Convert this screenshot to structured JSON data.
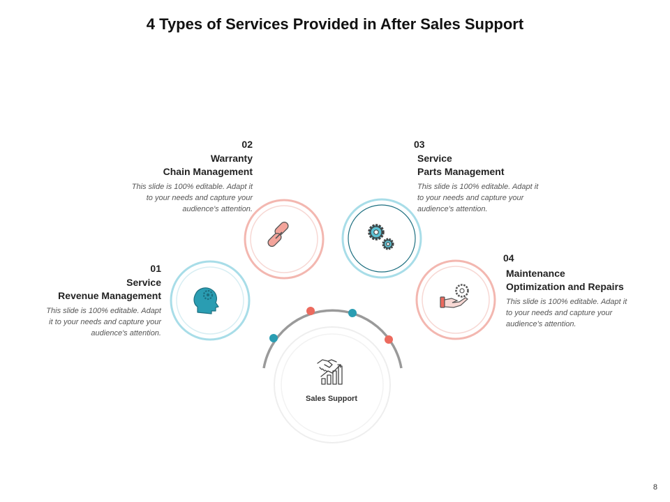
{
  "title": "4 Types of Services Provided in After Sales Support",
  "page_number": "8",
  "center": {
    "label": "Sales Support",
    "icon": "handshake-growth-icon"
  },
  "colors": {
    "teal": "#2a9db2",
    "teal_light": "#a8dde8",
    "coral": "#ec6a5e",
    "coral_light": "#f3b7b0",
    "arc": "#9a9a9a"
  },
  "items": [
    {
      "number": "01",
      "heading_line1": "Service",
      "heading_line2": "Revenue Management",
      "desc_line1": "This slide is 100% editable. Adapt",
      "desc_line2": "it to your needs and capture your",
      "desc_line3": "audience's attention.",
      "icon": "head-gear-icon"
    },
    {
      "number": "02",
      "heading_line1": "Warranty",
      "heading_line2": "Chain Management",
      "desc_line1": "This slide is 100% editable. Adapt it",
      "desc_line2": "to your needs and capture your",
      "desc_line3": "audience's attention.",
      "icon": "chain-link-icon"
    },
    {
      "number": "03",
      "heading_line1": "Service",
      "heading_line2": "Parts Management",
      "desc_line1": "This slide is 100% editable. Adapt it",
      "desc_line2": "to your needs and capture your",
      "desc_line3": "audience's attention.",
      "icon": "gears-icon"
    },
    {
      "number": "04",
      "heading_line1": "Maintenance",
      "heading_line2": "Optimization and Repairs",
      "desc_line1": "This slide is 100% editable. Adapt it",
      "desc_line2": "to your needs and capture your",
      "desc_line3": "audience's attention.",
      "icon": "hand-gear-icon"
    }
  ]
}
